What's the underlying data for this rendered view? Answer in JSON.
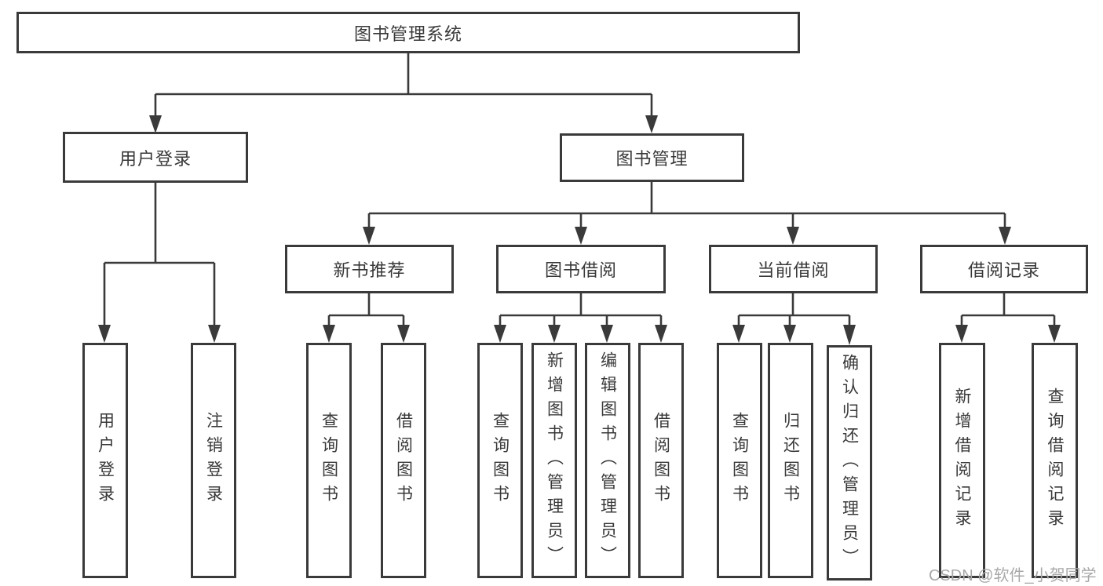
{
  "tree": {
    "root": "图书管理系统",
    "user_login": {
      "label": "用户登录",
      "leaves": [
        "用户登录",
        "注销登录"
      ]
    },
    "book_mgmt": {
      "label": "图书管理",
      "sections": [
        {
          "label": "新书推荐",
          "leaves": [
            "查询图书",
            "借阅图书"
          ]
        },
        {
          "label": "图书借阅",
          "leaves": [
            "查询图书",
            "新增图书（管理员）",
            "编辑图书（管理员）",
            "借阅图书"
          ]
        },
        {
          "label": "当前借阅",
          "leaves": [
            "查询图书",
            "归还图书",
            "确认归还（管理员）"
          ]
        },
        {
          "label": "借阅记录",
          "leaves": [
            "新增借阅记录",
            "查询借阅记录"
          ]
        }
      ]
    }
  },
  "watermark": "CSDN @软件_小贺同学",
  "colors": {
    "line": "#3a3a3a",
    "text": "#383838",
    "watermark": "#a8a8a8",
    "bg": "#ffffff"
  }
}
